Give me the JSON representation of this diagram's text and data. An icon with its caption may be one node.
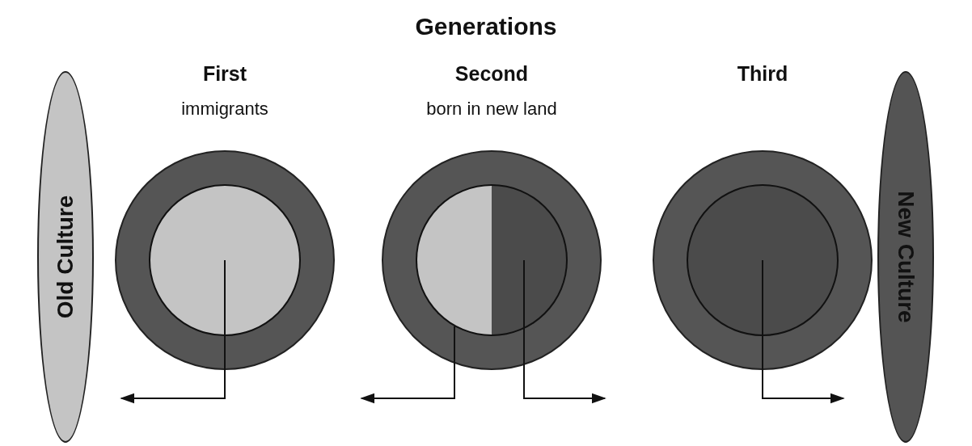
{
  "diagram": {
    "title": "Generations",
    "nodes": [
      {
        "text": [
          "Old Culture"
        ]
      },
      {
        "text": [
          "First",
          "immigrants"
        ]
      },
      {
        "text": [],
        "shape": "circle",
        "in": 1
      },
      {
        "text": [
          "Second",
          "born in new land"
        ]
      },
      {
        "text": [],
        "shape": "half-circle",
        "in": 3
      },
      {
        "text": [],
        "shape": "half-circle",
        "in": 3
      },
      {
        "text": [
          "Third"
        ]
      },
      {
        "text": [],
        "shape": "circle",
        "in": 6
      },
      {
        "text": [
          "New Culture"
        ]
      }
    ],
    "edges": [
      {
        "from": 2,
        "to": null,
        "arrow": "to"
      },
      {
        "from": 4,
        "to": null,
        "arrow": "to"
      },
      {
        "from": 5,
        "to": null,
        "arrow": "to"
      },
      {
        "from": 7,
        "to": null,
        "arrow": "to"
      }
    ]
  }
}
